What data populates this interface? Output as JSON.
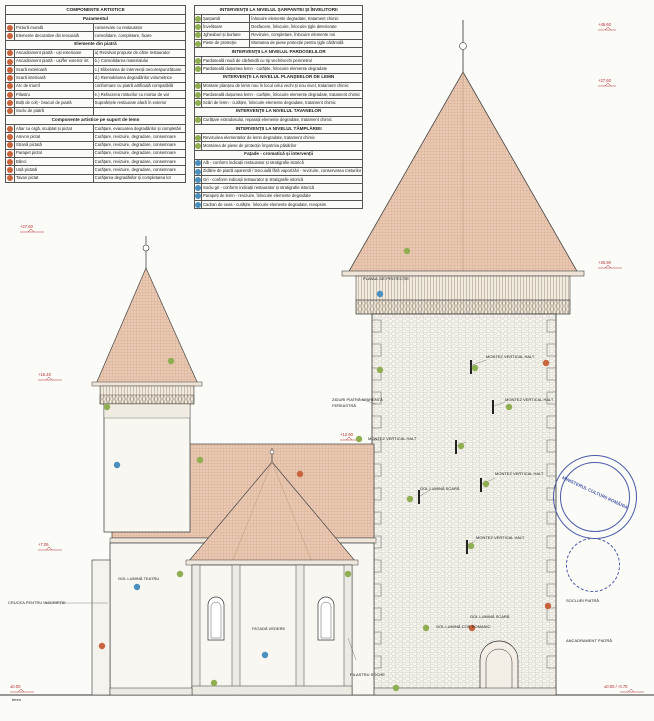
{
  "legend_left": {
    "title": "COMPONENTE ARTISTICE",
    "sections": [
      {
        "heading": "Paramentul",
        "rows": [
          {
            "label": "Pictură murală",
            "note": "conservare cu restaurator"
          },
          {
            "label": "Elemente decorative din tencuială",
            "note": "consolidare, completare, fixare"
          }
        ]
      },
      {
        "heading": "Elemente din piatră",
        "rows": [
          {
            "label": "Ancadrament piatră - uși exterioare",
            "note": "a) Rezolvat propuse de către restaurator"
          },
          {
            "label": "Ancadrament piatră - uși/fer exterior int.",
            "note": "b.) Consolidarea materialului"
          },
          {
            "label": "Scară exterioară",
            "note": "c.) Eliberarea de intervenții necorespunzătoare"
          },
          {
            "label": "Scară interioară",
            "note": "d.) Remodelarea degradărilor volumetrice"
          },
          {
            "label": "Arc de triumf",
            "note": "conformare cu piatră artificială compatibilă"
          },
          {
            "label": "Pilastru",
            "note": "e.) Refacerea rosturilor cu mortar de var"
          },
          {
            "label": "Bolți de colț - bracuri de piatră",
            "note": "Suprafețele restaurate afară în exterior"
          },
          {
            "label": "Soclu de piatră",
            "note": ""
          }
        ]
      },
      {
        "heading": "Componente artistice pe suport de lemn",
        "rows": [
          {
            "label": "Altar cu orgă, sculptat și pictat",
            "note": "Curățare, evacuarea degradărilor și completări"
          },
          {
            "label": "Amvon pictat",
            "note": "Curățare, revizuire, degradare, consemnare"
          },
          {
            "label": "Strană pictată",
            "note": "Curățare, revizuire, degradare, consemnare"
          },
          {
            "label": "Parapet pictat",
            "note": "Curățare, revizuire, degradare, consemnare"
          },
          {
            "label": "Bănci",
            "note": "Curățare, revizuire, degradare, consemnare"
          },
          {
            "label": "Ușă pictată",
            "note": "Curățare, revizuire, degradare, consemnare"
          },
          {
            "label": "Tavan pictat",
            "note": "Curățarea degradărilor și completarea lor"
          }
        ]
      }
    ]
  },
  "legend_right": {
    "sections": [
      {
        "heading": "INTERVENȚII LA NIVELUL ȘARPANTEI ȘI ÎNVELITORII",
        "rows": [
          {
            "label": "Șarpantă",
            "note": "Înlocuire elemente degradate, tratament chimic"
          },
          {
            "label": "Învelitoare",
            "note": "Desfacere, înlocuire, înlocuire țigle deteriorate"
          },
          {
            "label": "Jgheaburi și burlane",
            "note": "Revizuire, completare, înlocuire elemente noi"
          },
          {
            "label": "Piese de protecție",
            "note": "Montarea de piese protecție pentru țigle cărămidă"
          }
        ]
      },
      {
        "heading": "INTERVENȚII LA NIVELUL PARDOSELILOR",
        "rows": [
          {
            "label": "Pardoseală nouă de cărămidă cu tip vechi/vechi perimetral",
            "note": ""
          },
          {
            "label": "Pardoseală dușumea lemn - curățire, înlocuire elemente degradate",
            "note": ""
          }
        ]
      },
      {
        "heading": "INTERVENȚII LA NIVELUL PLANȘEELOR DE LEMN",
        "rows": [
          {
            "label": "Montare planșeu de lemn nou în locul celui vechi și nou nivel, tratament chimic",
            "note": ""
          },
          {
            "label": "Pardoseală dușumea lemn - curățire, înlocuire elemente degradate, tratament chimic",
            "note": ""
          },
          {
            "label": "Scări de lemn - curățire, înlocuire elemente degradate, tratament chimic",
            "note": ""
          }
        ]
      },
      {
        "heading": "INTERVENȚII LA NIVELUL TAVANELOR",
        "rows": [
          {
            "label": "Curățare extradosului, reparații elemente degradate, tratament chimic",
            "note": ""
          }
        ]
      },
      {
        "heading": "INTERVENȚII LA NIVELUL TÂMPLĂRIEI",
        "rows": [
          {
            "label": "Revizuirea elementelor de lemn degradate, tratament chimic",
            "note": ""
          },
          {
            "label": "Montarea de piese de protecție împotriva păsărilor",
            "note": ""
          }
        ]
      },
      {
        "heading": "Fațade - cromatică și intervenții",
        "rows": [
          {
            "label": "Alb - conform indicații restaurator și stratigrafie istorică",
            "note": ""
          },
          {
            "label": "Zidărie de piatră aparentă / tencuială fără vaporizări - revizuire, conservarea rosturilor",
            "note": ""
          },
          {
            "label": "Gri - conform indicații restaurator și stratigrafie istorică",
            "note": ""
          },
          {
            "label": "Soclu gri - conform indicații restaurator și stratigrafie istorică",
            "note": ""
          },
          {
            "label": "Parapeți de lemn - revizuire, înlocuire elemente degradate",
            "note": ""
          },
          {
            "label": "Cadran de ceas - curățire, înlocuire elemente degradate, revopsire",
            "note": ""
          }
        ]
      }
    ]
  },
  "levels": {
    "tower_top": "+45.60",
    "tower_roof_eave": "+27.60",
    "tower_cornice": "+25.90",
    "small_tower_top": "+27.60",
    "small_tower_cornice": "+16.40",
    "church_ridge": "+12.90",
    "church_cornice": "+7.05",
    "ground": "±0.00",
    "ground_right": "±0.00 / -0.70"
  },
  "labels": {
    "roof_edge": "PLANUL DE PROTECȚIE",
    "tower_stone": "ZIDURI PIATRĂ APARENTĂ",
    "small_window": "FEREASTRĂ",
    "wood_beam_1": "MONTEZ VERTICAL HALT",
    "wood_beam_2": "MONTEZ VERTICAL HALT",
    "wood_beam_3": "MONTEZ VERTICAL HALT",
    "wood_beam_4": "MONTEZ VERTICAL HALT",
    "wood_beam_5": "MONTEZ VERTICAL HALT",
    "stone_frame": "GOL LUMINĂ SCARĂ",
    "stone_frame_2": "GOL LUMINĂ SCARĂ",
    "stone_frame_3": "GOL LUMINĂ COR ROMANIC",
    "stone_frame_4": "GOL LUMINĂ TEATRU",
    "inscription": "CRUCEA PENTRU INSCRIPȚIE",
    "facade_note": "FAȚADĂ VEDERE",
    "pilaster_note": "PILASTRU SOCHE",
    "right_base": "SOCLURI PIATRĂ",
    "right_frame": "ANCADRAMENT PIATRĂ",
    "ground_label": "teren",
    "stamp_text": "MINISTERUL CULTURII ROMÂNIA"
  },
  "markers": [
    {
      "n": "1",
      "c": "g"
    },
    {
      "n": "2",
      "c": "g"
    },
    {
      "n": "3",
      "c": "b"
    },
    {
      "n": "4",
      "c": "g"
    },
    {
      "n": "5",
      "c": "g"
    },
    {
      "n": "6",
      "c": "g"
    },
    {
      "n": "7",
      "c": "g"
    },
    {
      "n": "8",
      "c": "g"
    }
  ]
}
